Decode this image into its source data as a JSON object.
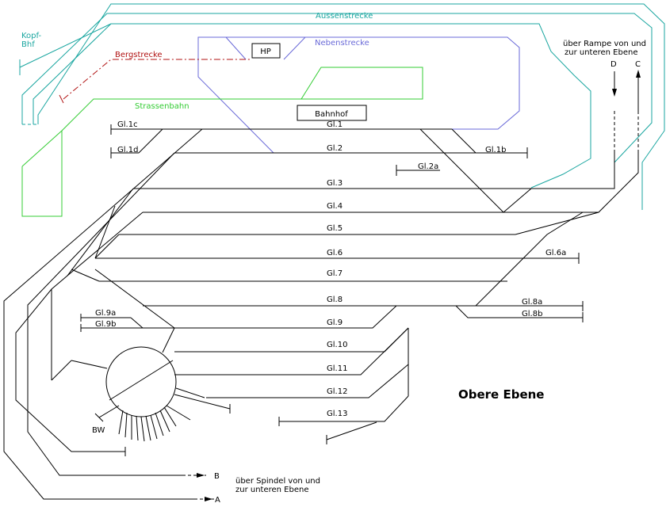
{
  "routes": {
    "aussenstrecke": "Aussenstrecke",
    "nebenstrecke": "Nebenstrecke",
    "bergstrecke": "Bergstrecke",
    "strassenbahn": "Strassenbahn",
    "kopfbhf_line1": "Kopf-",
    "kopfbhf_line2": "Bhf"
  },
  "stations": {
    "hp": "HP",
    "bahnhof": "Bahnhof",
    "bw": "BW"
  },
  "tracks": {
    "gl1": "Gl.1",
    "gl1b": "Gl.1b",
    "gl1c": "Gl.1c",
    "gl1d": "Gl.1d",
    "gl2": "Gl.2",
    "gl2a": "Gl.2a",
    "gl3": "Gl.3",
    "gl4": "Gl.4",
    "gl5": "Gl.5",
    "gl6": "Gl.6",
    "gl6a": "Gl.6a",
    "gl7": "Gl.7",
    "gl8": "Gl.8",
    "gl8a": "Gl.8a",
    "gl8b": "Gl.8b",
    "gl9": "Gl.9",
    "gl9a": "Gl.9a",
    "gl9b": "Gl.9b",
    "gl10": "Gl.10",
    "gl11": "Gl.11",
    "gl12": "Gl.12",
    "gl13": "Gl.13"
  },
  "connections": {
    "rampe_line1": "über Rampe von und",
    "rampe_line2": "zur unteren Ebene",
    "spindel_line1": "über Spindel von und",
    "spindel_line2": "zur unteren Ebene",
    "d": "D",
    "c": "C",
    "b": "B",
    "a": "A"
  },
  "title": "Obere Ebene",
  "colors": {
    "aussenstrecke": "#1aa6a0",
    "nebenstrecke": "#6a6ad8",
    "strassenbahn": "#33cc33",
    "bergstrecke": "#b01010",
    "tracks": "#000000"
  }
}
